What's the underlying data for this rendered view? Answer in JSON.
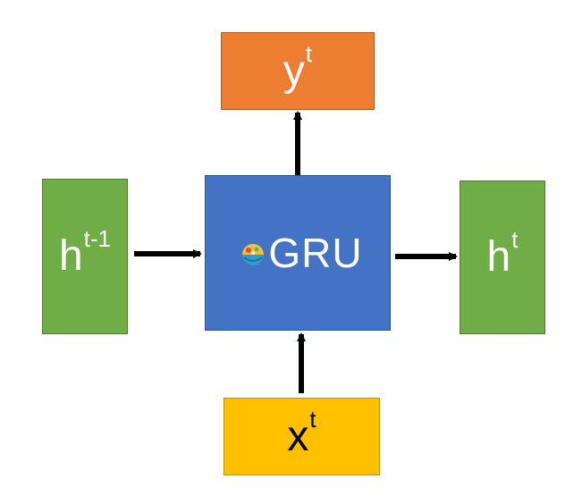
{
  "nodes": {
    "output": {
      "label": "y",
      "superscript": "t"
    },
    "prev_hidden": {
      "label": "h",
      "superscript": "t-1"
    },
    "cell": {
      "label": "GRU",
      "logo_icon": "colorful-ball-icon"
    },
    "hidden": {
      "label": "h",
      "superscript": "t"
    },
    "input": {
      "label": "x",
      "superscript": "t"
    }
  },
  "colors": {
    "output": "#ED7D31",
    "hidden_state": "#70AD47",
    "cell": "#4472C4",
    "input": "#FFC000",
    "arrow": "#000000"
  }
}
